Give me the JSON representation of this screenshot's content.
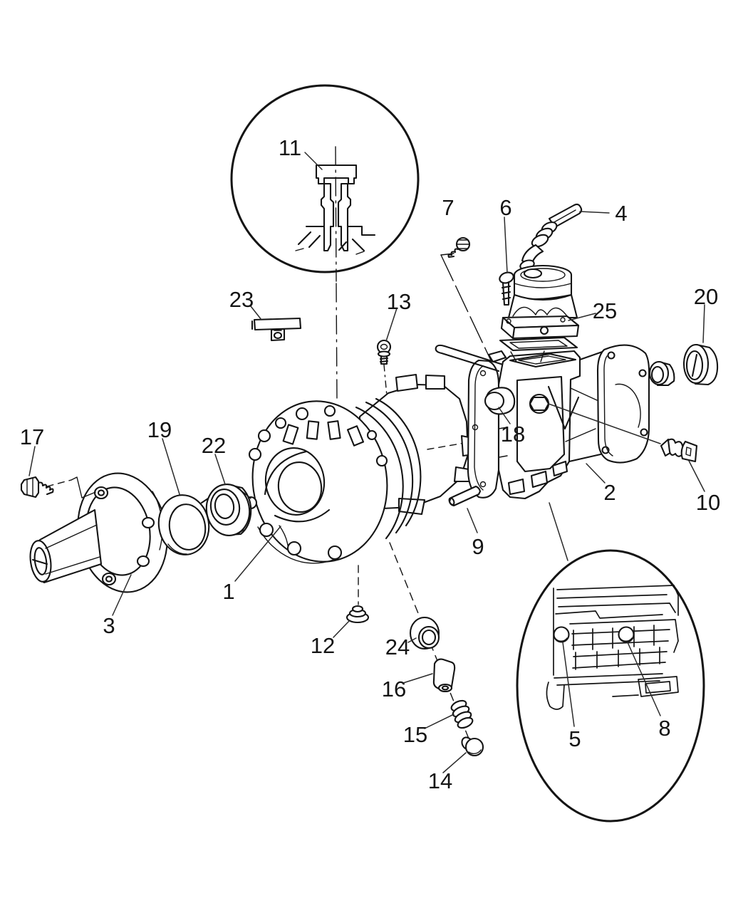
{
  "figure": {
    "kind": "exploded-parts-diagram",
    "colors": {
      "background": "#ffffff",
      "line": "#141414"
    },
    "callout_count": 24,
    "callouts": [
      {
        "label": "1"
      },
      {
        "label": "2"
      },
      {
        "label": "3"
      },
      {
        "label": "4"
      },
      {
        "label": "5"
      },
      {
        "label": "6"
      },
      {
        "label": "7"
      },
      {
        "label": "8"
      },
      {
        "label": "9"
      },
      {
        "label": "10"
      },
      {
        "label": "11"
      },
      {
        "label": "12"
      },
      {
        "label": "13"
      },
      {
        "label": "14"
      },
      {
        "label": "15"
      },
      {
        "label": "16"
      },
      {
        "label": "17"
      },
      {
        "label": "18"
      },
      {
        "label": "19"
      },
      {
        "label": "20"
      },
      {
        "label": "22"
      },
      {
        "label": "23"
      },
      {
        "label": "24"
      },
      {
        "label": "25"
      }
    ]
  }
}
